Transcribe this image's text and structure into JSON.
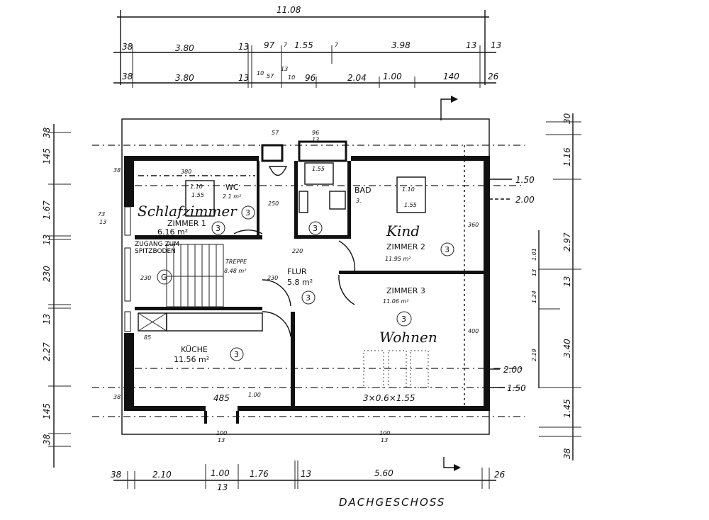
{
  "title": "DACHGESCHOSS",
  "dims_top": {
    "total": "11.08",
    "row1": [
      "38",
      "3.80",
      "13",
      "97",
      "7",
      "1.55",
      "7",
      "3.98",
      "13",
      "13"
    ],
    "row2": [
      "38",
      "3.80",
      "13",
      "10",
      "57",
      "13",
      "10",
      "96",
      "2.04",
      "1.00",
      "140",
      "26"
    ]
  },
  "dims_left": [
    "38",
    "145",
    "1.67",
    "13",
    "230",
    "13",
    "2.27",
    "145",
    "38"
  ],
  "dims_right_outer": [
    "30",
    "1.16",
    "2.97",
    "13",
    "3.40",
    "1.45",
    "38"
  ],
  "dims_right_inner": [
    "1.01",
    "13",
    "1.24",
    "2.19"
  ],
  "levels": [
    "1.50",
    "2.00",
    "2.00",
    "1.50"
  ],
  "dims_bottom": [
    "38",
    "2.10",
    "1.00",
    "13",
    "1.76",
    "13",
    "5.60",
    "26"
  ],
  "rooms": [
    {
      "name": "ZIMMER 1",
      "area": "6.16 m²",
      "note": "Schlafzimmer",
      "no": "3"
    },
    {
      "name": "WC",
      "area": "2.1 m²",
      "no": "3"
    },
    {
      "name": "BAD",
      "area": "3.",
      "no": "3"
    },
    {
      "name": "ZIMMER 2",
      "area": "11.95 m²",
      "note": "Kind",
      "no": "3"
    },
    {
      "name": "ZUGANG ZUM SPITZBODEN",
      "no": "G"
    },
    {
      "name": "TREPPE",
      "area": "8.48 m²"
    },
    {
      "name": "FLUR",
      "area": "5.8 m²",
      "no": "3"
    },
    {
      "name": "ZIMMER 3",
      "area": "11.06 m²",
      "note": "Wohnen",
      "no": "3"
    },
    {
      "name": "KÜCHE",
      "area": "11.56 m²",
      "no": "3"
    }
  ],
  "annotations": {
    "z1_width": "380",
    "window1": "1.10",
    "window1b": "1.55",
    "bath_tub": "1.55",
    "wc_door": "250",
    "flur_width": "220",
    "stair_h": "230",
    "flur_h": "230",
    "kind_h": "360",
    "wohnen_h": "400",
    "kuche_sill": "85",
    "dormer": "485",
    "dormer_h": "1.00",
    "skylights": "3×0.6×1.55",
    "window2": "1.10",
    "window2b": "1.55",
    "win_bottom_a": "100",
    "win_bottom_a2": "13",
    "win_bottom_b": "100",
    "win_bottom_b2": "13",
    "wc_top": "57",
    "bad_top": "96",
    "top13": "13",
    "left38a": "38",
    "left38b": "38",
    "win_left": "73",
    "win_left2": "13"
  }
}
